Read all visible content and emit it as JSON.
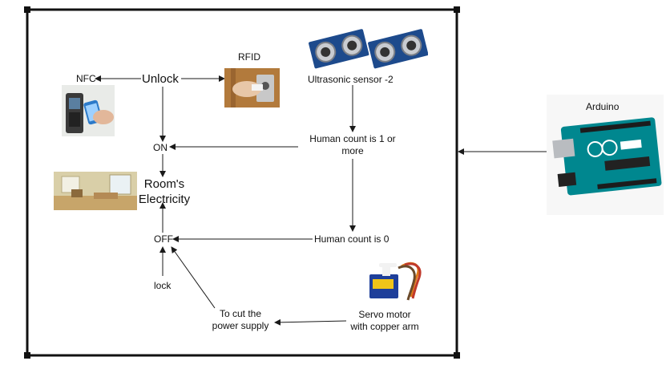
{
  "labels": {
    "unlock": "Unlock",
    "nfc": "NFC",
    "rfid": "RFID",
    "ultrasonic": "Ultrasonic sensor -2",
    "arduino": "Arduino",
    "on": "ON",
    "human_count_pos_line1": "Human count is 1 or",
    "human_count_pos_line2": "more",
    "room_line1": "Room's",
    "room_line2": "Electricity",
    "off": "OFF",
    "human_count_zero": "Human count is 0",
    "lock": "lock",
    "cut_line1": "To cut the",
    "cut_line2": "power supply",
    "servo_line1": "Servo motor",
    "servo_line2": "with copper arm"
  },
  "images": {
    "nfc": "nfc-door-lock-photo",
    "rfid": "rfid-door-handle-photo",
    "ultrasonic": "ultrasonic-sensor-pair-photo",
    "room": "hotel-room-photo",
    "servo": "servo-motor-photo",
    "arduino": "arduino-uno-board-photo"
  },
  "colors": {
    "line": "#1a1a1a",
    "board": "#00878f",
    "sensor": "#1d4a8c",
    "servo": "#1e3f9a",
    "wood": "#b27a3c"
  }
}
